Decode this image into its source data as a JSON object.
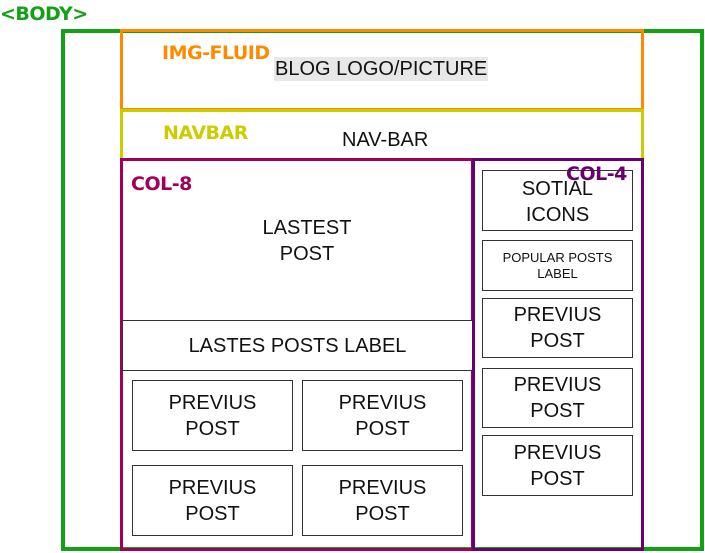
{
  "labels": {
    "body": "<BODY>",
    "img_fluid": "IMG-FLUID",
    "navbar": "NAVBAR",
    "col8": "COL-8",
    "col4": "COL-4"
  },
  "header": {
    "logo_text": "BLOG LOGO/PICTURE"
  },
  "nav": {
    "text": "NAV-BAR"
  },
  "main": {
    "latest_post_line1": "LASTEST",
    "latest_post_line2": "POST",
    "latest_label": "LASTES POSTS LABEL",
    "posts": [
      {
        "line1": "PREVIUS",
        "line2": "POST"
      },
      {
        "line1": "PREVIUS",
        "line2": "POST"
      },
      {
        "line1": "PREVIUS",
        "line2": "POST"
      },
      {
        "line1": "PREVIUS",
        "line2": "POST"
      }
    ]
  },
  "sidebar": {
    "social_line1": "SOTIAL",
    "social_line2": "ICONS",
    "popular_line1": "POPULAR POSTS",
    "popular_line2": "LABEL",
    "posts": [
      {
        "line1": "PREVIUS",
        "line2": "POST"
      },
      {
        "line1": "PREVIUS",
        "line2": "POST"
      },
      {
        "line1": "PREVIUS",
        "line2": "POST"
      }
    ]
  },
  "colors": {
    "body": "#14a014",
    "img_fluid": "#ff8a00",
    "navbar": "#cccc00",
    "col8": "#a0005a",
    "col4": "#6a0070"
  }
}
